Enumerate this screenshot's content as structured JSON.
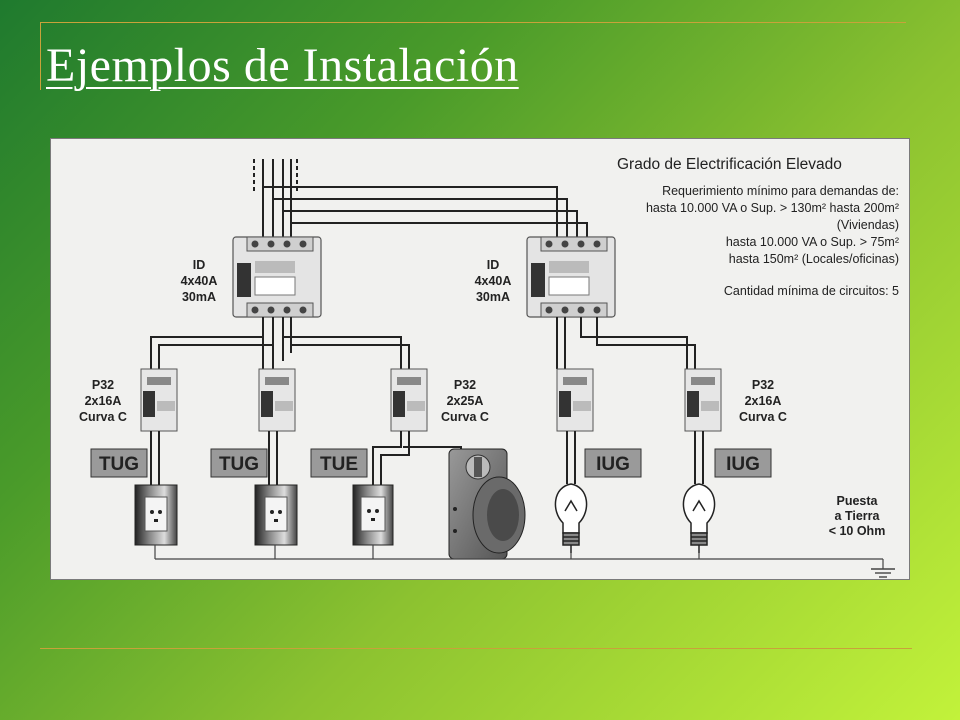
{
  "slide": {
    "title": "Ejemplos de Instalación"
  },
  "diagram": {
    "heading": "Grado de Electrificación Elevado",
    "requirement_lines": [
      "Requerimiento mínimo para demandas de:",
      "hasta 10.000 VA o Sup. > 130m² hasta 200m²",
      "(Viviendas)",
      "hasta 10.000 VA o Sup. > 75m²",
      "hasta 150m² (Locales/oficinas)"
    ],
    "min_circuits": "Cantidad mínima de circuitos: 5",
    "id_left": [
      "ID",
      "4x40A",
      "30mA"
    ],
    "id_right": [
      "ID",
      "4x40A",
      "30mA"
    ],
    "breaker_1": [
      "P32",
      "2x16A",
      "Curva C"
    ],
    "breaker_3": [
      "P32",
      "2x25A",
      "Curva C"
    ],
    "breaker_5": [
      "P32",
      "2x16A",
      "Curva C"
    ],
    "circuits": [
      "TUG",
      "TUG",
      "TUE",
      "IUG",
      "IUG"
    ],
    "ground_label": [
      "Puesta",
      "a Tierra",
      "< 10 Ohm"
    ]
  }
}
